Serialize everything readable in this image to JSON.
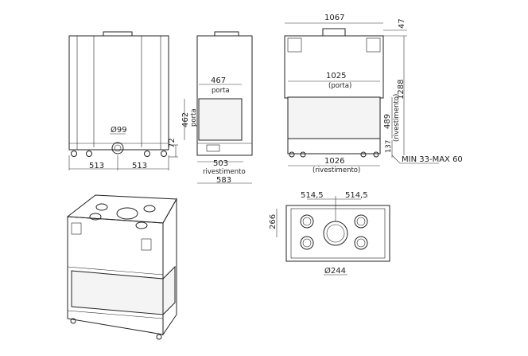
{
  "rear_view": {
    "width_left": "513",
    "width_right": "513",
    "flue_diameter": "Ø99",
    "flue_height": "72"
  },
  "side_view": {
    "door_width": "467",
    "door_width_label": "porta",
    "door_height": "462",
    "door_height_label": "porta",
    "cladding_depth": "503",
    "cladding_label": "rivestimento",
    "total_depth": "583"
  },
  "front_view": {
    "total_width": "1067",
    "top_offset": "47",
    "total_height": "1288",
    "door_width": "1025",
    "door_label": "(porta)",
    "cladding_height": "489",
    "cladding_height_label": "(rivestimento)",
    "base_height": "137",
    "feet_range": "MIN 33-MAX 60",
    "cladding_width": "1026",
    "cladding_width_label": "(rivestimento)"
  },
  "top_view": {
    "spacing_left": "514,5",
    "spacing_right": "514,5",
    "depth": "266",
    "flue_diameter": "Ø244"
  }
}
